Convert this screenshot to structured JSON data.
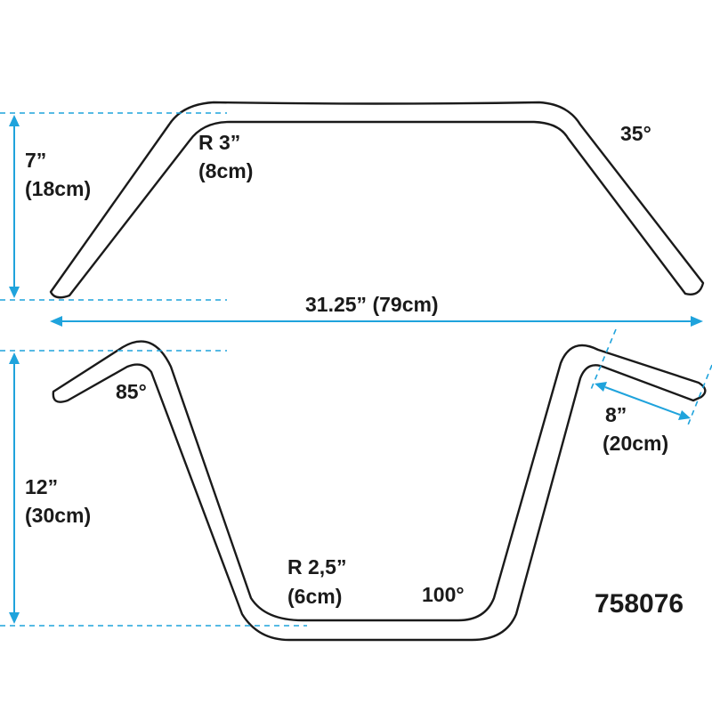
{
  "colors": {
    "dimension": "#1fa3dc",
    "outline": "#1a1a1a",
    "background": "#ffffff"
  },
  "top_bar": {
    "rise": "7”",
    "rise_metric": "(18cm)",
    "bend_radius": "R 3”",
    "bend_radius_metric": "(8cm)",
    "angle": "35°"
  },
  "width": "31.25” (79cm)",
  "bottom_bar": {
    "rise": "12”",
    "rise_metric": "(30cm)",
    "end_angle": "85°",
    "bend_radius": "R 2,5”",
    "bend_radius_metric": "(6cm)",
    "bottom_angle": "100°",
    "grip_length": "8”",
    "grip_length_metric": "(20cm)"
  },
  "part_number": "758076"
}
